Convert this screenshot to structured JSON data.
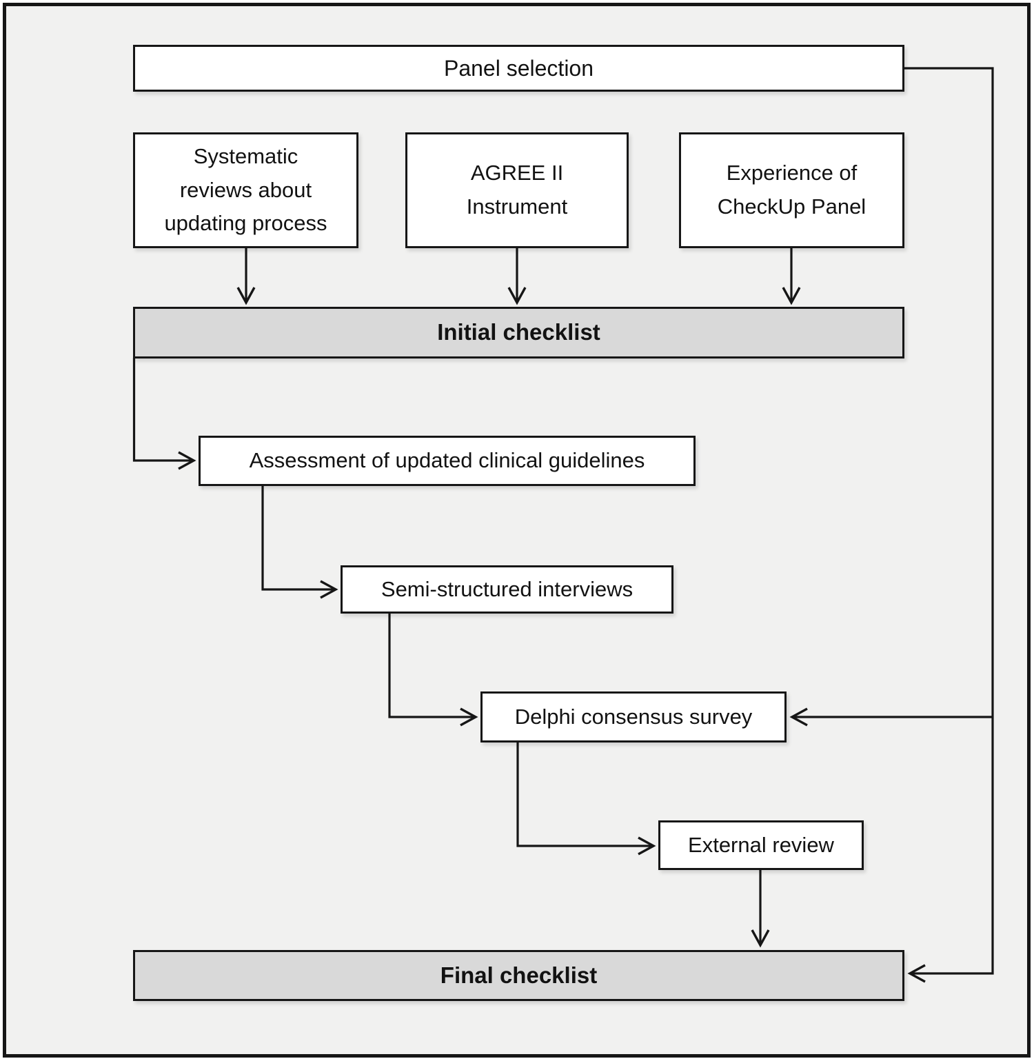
{
  "figure": {
    "type": "flowchart",
    "nodes": {
      "panel_selection": {
        "label": "Panel selection",
        "style": "plain"
      },
      "systematic_reviews": {
        "label": "Systematic reviews about updating process",
        "style": "plain"
      },
      "agree_ii": {
        "label": "AGREE II Instrument",
        "style": "plain"
      },
      "experience_checkup": {
        "label": "Experience of CheckUp Panel",
        "style": "plain"
      },
      "initial_checklist": {
        "label": "Initial checklist",
        "style": "checklist-bar"
      },
      "assessment": {
        "label": "Assessment of updated clinical guidelines",
        "style": "plain"
      },
      "semi_structured": {
        "label": "Semi-structured interviews",
        "style": "plain"
      },
      "delphi": {
        "label": "Delphi consensus survey",
        "style": "plain"
      },
      "external_review": {
        "label": "External review",
        "style": "plain"
      },
      "final_checklist": {
        "label": "Final checklist",
        "style": "checklist-bar"
      }
    },
    "edges": [
      {
        "from": "systematic_reviews",
        "to": "initial_checklist"
      },
      {
        "from": "agree_ii",
        "to": "initial_checklist"
      },
      {
        "from": "experience_checkup",
        "to": "initial_checklist"
      },
      {
        "from": "panel_selection",
        "to": "delphi"
      },
      {
        "from": "panel_selection",
        "to": "final_checklist"
      },
      {
        "from": "initial_checklist",
        "to": "assessment"
      },
      {
        "from": "assessment",
        "to": "semi_structured"
      },
      {
        "from": "semi_structured",
        "to": "delphi"
      },
      {
        "from": "delphi",
        "to": "external_review"
      },
      {
        "from": "external_review",
        "to": "final_checklist"
      }
    ],
    "colors": {
      "background": "#f1f1f0",
      "node_fill": "#ffffff",
      "checklist_fill": "#d9d9d9",
      "line": "#161616"
    }
  }
}
